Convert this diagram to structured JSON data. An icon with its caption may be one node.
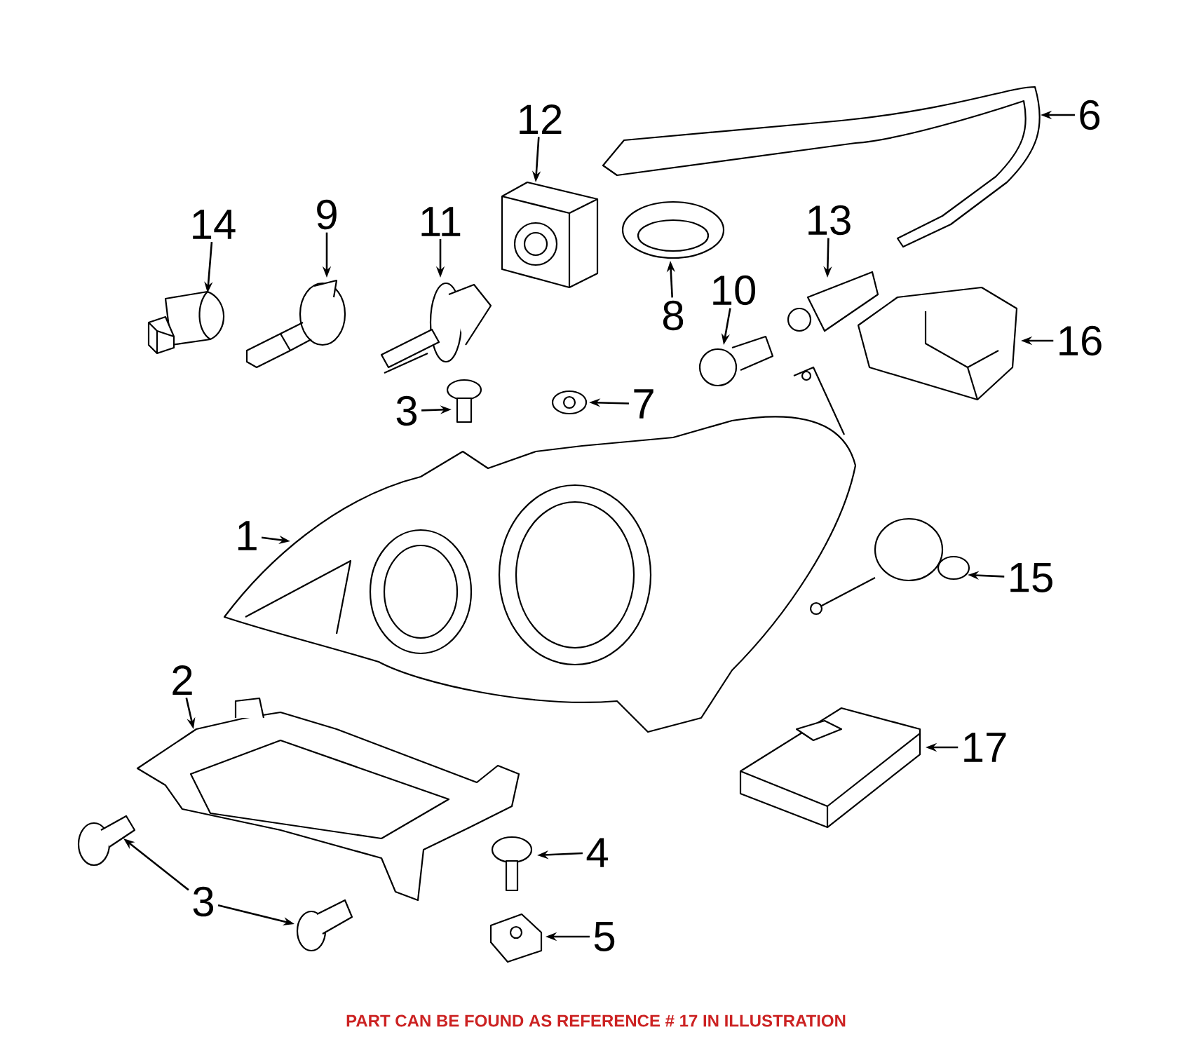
{
  "diagram": {
    "caption": "PART CAN BE FOUND AS REFERENCE # 17 IN ILLUSTRATION",
    "nodes": [
      {
        "text": [
          "14"
        ]
      },
      {
        "text": [
          "9"
        ]
      },
      {
        "text": [
          "11"
        ]
      },
      {
        "text": [
          "12"
        ]
      },
      {
        "text": [
          "6"
        ]
      },
      {
        "text": [
          "13"
        ]
      },
      {
        "text": [
          "8"
        ]
      },
      {
        "text": [
          "10"
        ]
      },
      {
        "text": [
          "16"
        ]
      },
      {
        "text": [
          "3"
        ]
      },
      {
        "text": [
          "7"
        ]
      },
      {
        "text": [
          "1"
        ]
      },
      {
        "text": [
          "15"
        ]
      },
      {
        "text": [
          "2"
        ]
      },
      {
        "text": [
          "17"
        ]
      },
      {
        "text": [
          "4"
        ]
      },
      {
        "text": [
          "3"
        ]
      },
      {
        "text": [
          "5"
        ]
      },
      {
        "text": [],
        "shape": "picture"
      },
      {
        "text": [],
        "shape": "picture"
      },
      {
        "text": [],
        "shape": "picture"
      },
      {
        "text": [],
        "shape": "picture"
      },
      {
        "text": [],
        "shape": "picture"
      },
      {
        "text": [],
        "shape": "picture"
      },
      {
        "text": [],
        "shape": "picture"
      },
      {
        "text": [],
        "shape": "picture"
      },
      {
        "text": [],
        "shape": "picture"
      },
      {
        "text": [],
        "shape": "picture"
      },
      {
        "text": [],
        "shape": "picture"
      },
      {
        "text": [],
        "shape": "picture"
      },
      {
        "text": [],
        "shape": "picture"
      },
      {
        "text": [],
        "shape": "picture"
      },
      {
        "text": [],
        "shape": "picture"
      },
      {
        "text": [],
        "shape": "picture"
      },
      {
        "text": [],
        "shape": "picture"
      },
      {
        "text": [],
        "shape": "picture"
      },
      {
        "text": [],
        "shape": "picture"
      }
    ],
    "edges": [
      {
        "from": 0,
        "to": 18,
        "arrow": "to"
      },
      {
        "from": 1,
        "to": 19,
        "arrow": "to"
      },
      {
        "from": 2,
        "to": 20,
        "arrow": "to"
      },
      {
        "from": 3,
        "to": 21,
        "arrow": "to"
      },
      {
        "from": 4,
        "to": 22,
        "arrow": "to"
      },
      {
        "from": 5,
        "to": 25,
        "arrow": "to"
      },
      {
        "from": 6,
        "to": 23,
        "arrow": "to"
      },
      {
        "from": 7,
        "to": 24,
        "arrow": "to"
      },
      {
        "from": 8,
        "to": 26,
        "arrow": "to"
      },
      {
        "from": 9,
        "to": 27,
        "arrow": "to"
      },
      {
        "from": 10,
        "to": 28,
        "arrow": "to"
      },
      {
        "from": 11,
        "to": 29,
        "arrow": "to"
      },
      {
        "from": 12,
        "to": 30,
        "arrow": "to"
      },
      {
        "from": 13,
        "to": 31,
        "arrow": "to"
      },
      {
        "from": 14,
        "to": 32,
        "arrow": "to"
      },
      {
        "from": 15,
        "to": 33,
        "arrow": "to"
      },
      {
        "from": 16,
        "to": 34,
        "arrow": "to"
      },
      {
        "from": 16,
        "to": 35,
        "arrow": "to"
      },
      {
        "from": 17,
        "to": 36,
        "arrow": "to"
      }
    ]
  }
}
